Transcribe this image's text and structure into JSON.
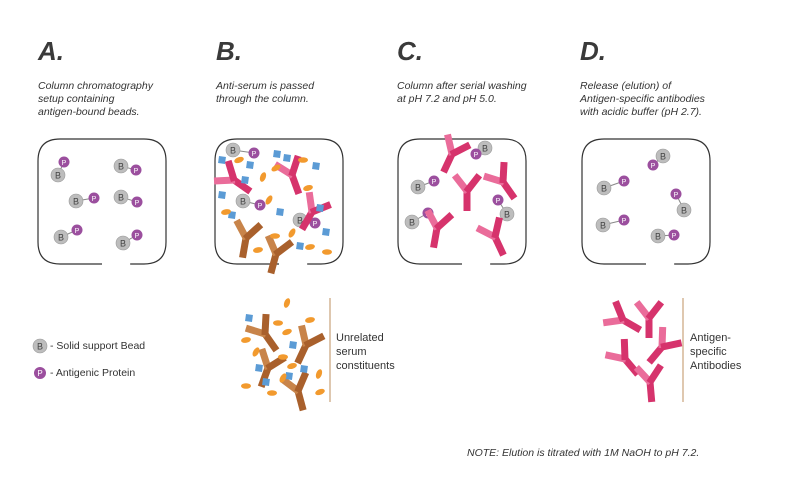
{
  "panels": [
    {
      "letter": "A.",
      "caption": [
        "Column chromatography",
        "setup containing",
        "antigen-bound beads."
      ]
    },
    {
      "letter": "B.",
      "caption": [
        "Anti-serum is passed",
        "through the column."
      ]
    },
    {
      "letter": "C.",
      "caption": [
        "Column after serial washing",
        "at pH 7.2 and pH 5.0."
      ]
    },
    {
      "letter": "D.",
      "caption": [
        "Release (elution) of",
        "Antigen-specific antibodies",
        "with acidic buffer (pH 2.7)."
      ]
    }
  ],
  "legend": {
    "bead_symbol": "B",
    "bead_label": "- Solid support Bead",
    "protein_symbol": "P",
    "protein_label": "- Antigenic Protein"
  },
  "groups": {
    "unrelated": [
      "Unrelated",
      "serum",
      "constituents"
    ],
    "specific": [
      "Antigen-",
      "specific",
      "Antibodies"
    ]
  },
  "note": "NOTE: Elution is titrated with 1M NaOH to pH 7.2.",
  "colors": {
    "bead": "#bdbdbd",
    "protein": "#9b4f9e",
    "antibody_specific": "#d6336c",
    "antibody_specific_light": "#ea6c9a",
    "antibody_unrelated": "#a9602c",
    "antibody_unrelated_light": "#c8844a",
    "serum_square": "#5b9bd5",
    "serum_oval": "#f29a2e",
    "divider": "#c9a27a",
    "column_border": "#333333"
  }
}
